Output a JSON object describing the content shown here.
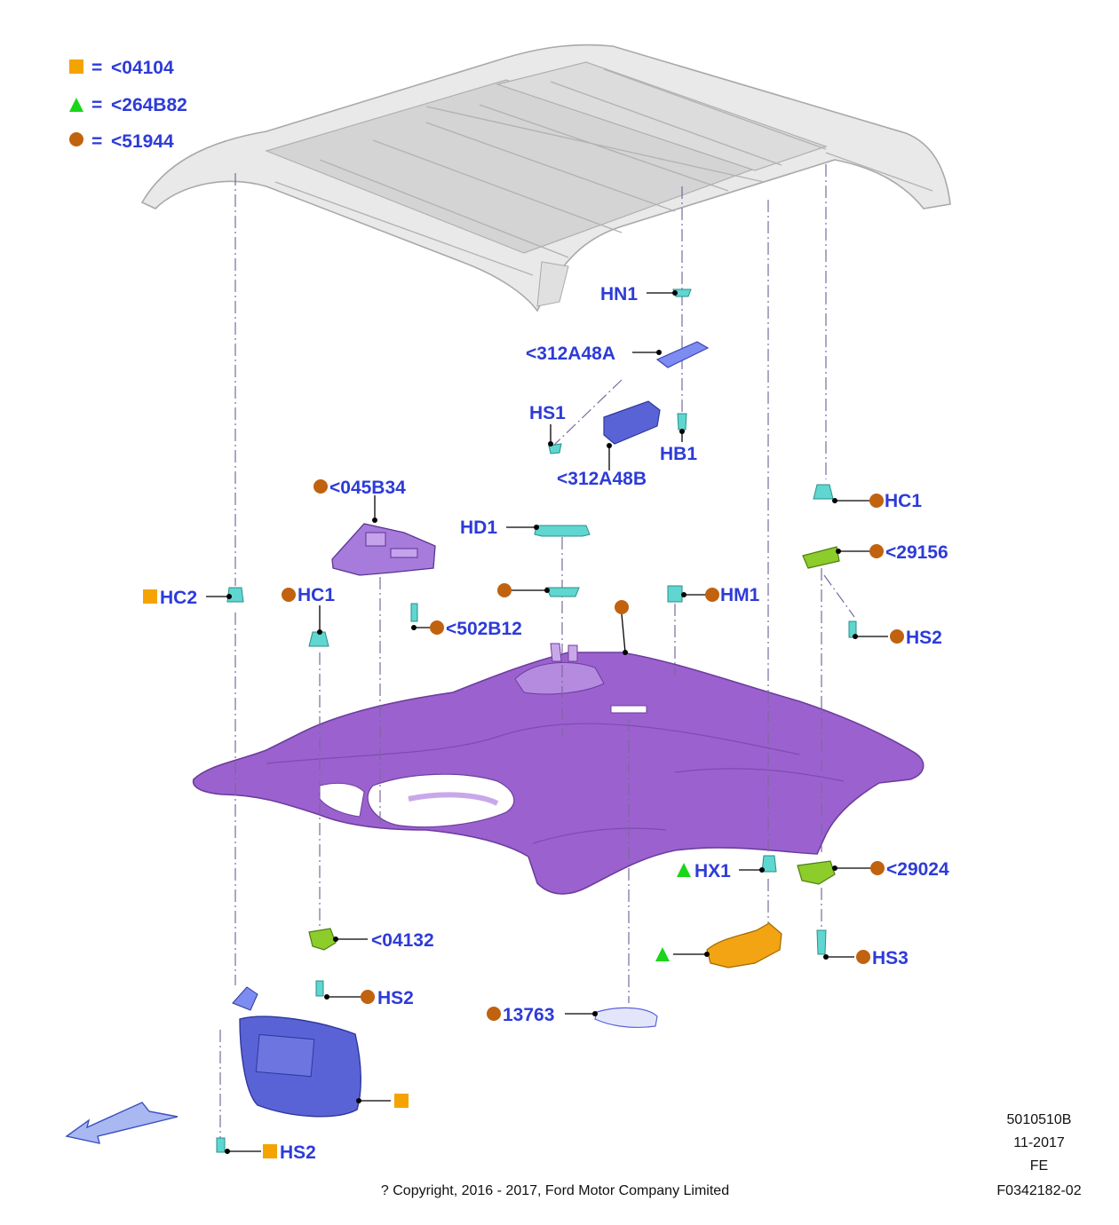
{
  "legend": [
    {
      "symbol": "square",
      "color": "#f5a300",
      "eq": "=",
      "text": "<04104"
    },
    {
      "symbol": "triangle",
      "color": "#19d619",
      "eq": "=",
      "text": "<264B82"
    },
    {
      "symbol": "circle",
      "color": "#c0620e",
      "eq": "=",
      "text": "<51944"
    }
  ],
  "colors": {
    "label": "#2d3bd8",
    "headliner": "#9b62cf",
    "headliner_dark": "#6d3d9e",
    "roof": "#e6e6e6",
    "fastener": "#5fd6d0",
    "green_part": "#8ccc2b",
    "orange_part": "#f2a413",
    "blue_part": "#5a63d6"
  },
  "labels": {
    "hn1": "HN1",
    "a312a48a": "<312A48A",
    "hs1": "HS1",
    "hb1": "HB1",
    "a312a48b": "<312A48B",
    "a045b34": "<045B34",
    "hd1": "HD1",
    "hc1_right": "HC1",
    "a29156": "<29156",
    "hc2": "HC2",
    "hc1_left": "HC1",
    "hm1": "HM1",
    "a502b12": "<502B12",
    "hs2_right": "HS2",
    "hx1": "HX1",
    "a29024": "<29024",
    "a04132": "<04132",
    "hs3": "HS3",
    "hs2_mid": "HS2",
    "a13763": "13763",
    "hs2_bottom": "HS2"
  },
  "footer": {
    "code1": "5010510B",
    "date": "11-2017",
    "region": "FE",
    "figure": "F0342182-02",
    "copyright": "? Copyright, 2016 - 2017, Ford Motor Company Limited"
  }
}
